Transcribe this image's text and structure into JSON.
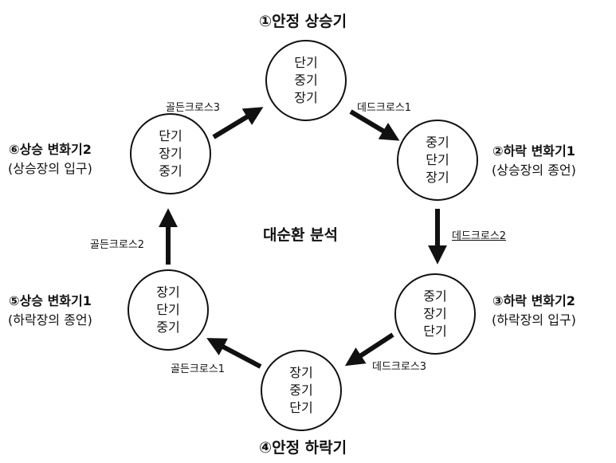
{
  "center_title": "대순환 분석",
  "stages": [
    {
      "title": "①안정 상승기",
      "subtitle": "",
      "circle": [
        "단기",
        "중기",
        "장기"
      ]
    },
    {
      "title": "②하락 변화기1",
      "subtitle": "(상승장의 종언)",
      "circle": [
        "중기",
        "단기",
        "장기"
      ]
    },
    {
      "title": "③하락 변화기2",
      "subtitle": "(하락장의 입구)",
      "circle": [
        "중기",
        "장기",
        "단기"
      ]
    },
    {
      "title": "④안정 하락기",
      "subtitle": "",
      "circle": [
        "장기",
        "중기",
        "단기"
      ]
    },
    {
      "title": "⑤상승 변화기1",
      "subtitle": "(하락장의 종언)",
      "circle": [
        "장기",
        "단기",
        "중기"
      ]
    },
    {
      "title": "⑥상승 변화기2",
      "subtitle": "(상승장의 입구)",
      "circle": [
        "단기",
        "장기",
        "중기"
      ]
    }
  ],
  "crosses": {
    "dead1": "데드크로스1",
    "dead2": "데드크로스2",
    "dead3": "데드크로스3",
    "golden1": "골든크로스1",
    "golden2": "골든크로스2",
    "golden3": "골든크로스3"
  }
}
